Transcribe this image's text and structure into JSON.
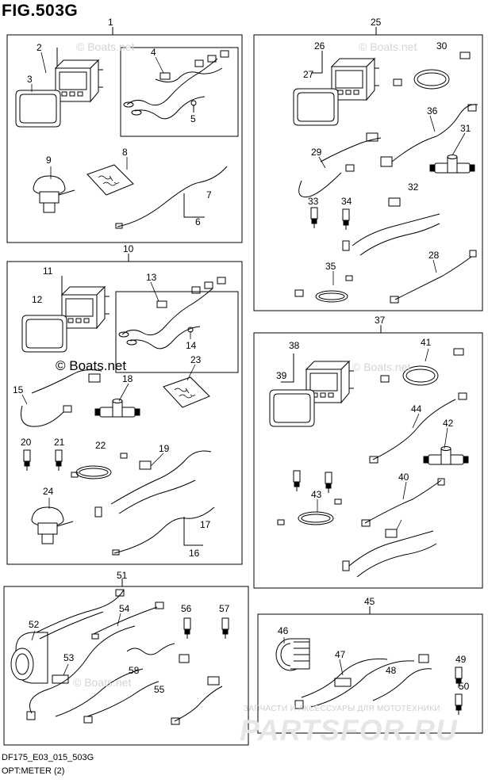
{
  "figure_title": "FIG.503G",
  "model_code": "DF175_E03_015_503G",
  "subtitle": "OPT:METER (2)",
  "watermark": "© Boats.net",
  "watermark_ghost": "© Boats.net",
  "site_text": "ЗАПЧАСТИ И АКСЕССУАРЫ ДЛЯ МОТОТЕХНИКИ",
  "site_brand": "PARTSFOR.RU",
  "group_labels": [
    "1",
    "10",
    "25",
    "37",
    "45",
    "51"
  ],
  "part_numbers": [
    "2",
    "3",
    "4",
    "5",
    "6",
    "7",
    "8",
    "9",
    "11",
    "12",
    "13",
    "14",
    "15",
    "16",
    "17",
    "18",
    "19",
    "20",
    "21",
    "22",
    "23",
    "24",
    "26",
    "27",
    "28",
    "29",
    "30",
    "31",
    "32",
    "33",
    "34",
    "35",
    "36",
    "38",
    "39",
    "40",
    "41",
    "42",
    "43",
    "44",
    "46",
    "47",
    "48",
    "49",
    "50",
    "52",
    "53",
    "54",
    "55",
    "56",
    "57",
    "58"
  ],
  "colors": {
    "line": "#000000",
    "watermark": "#d4d4d4",
    "background": "#ffffff"
  }
}
